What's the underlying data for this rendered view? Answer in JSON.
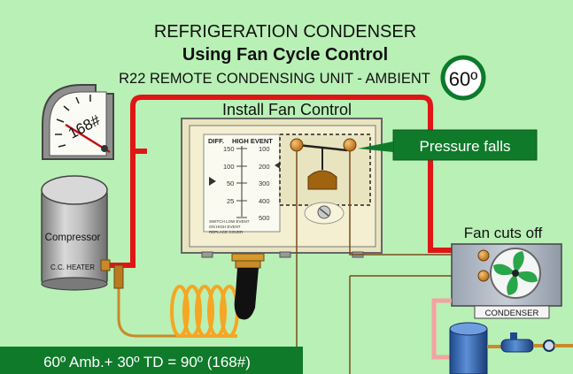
{
  "title": {
    "line1": "REFRIGERATION  CONDENSER",
    "line2": "Using Fan Cycle Control",
    "line3": "R22  REMOTE CONDENSING UNIT -  AMBIENT",
    "ambient": "60º"
  },
  "gauge": {
    "reading": "168#"
  },
  "compressor": {
    "label": "Compressor",
    "sublabel": "C.C. HEATER"
  },
  "control": {
    "title": "Install Fan Control",
    "diff_label": "DIFF.",
    "high_event_label": "HIGH EVENT",
    "diff_ticks": [
      "150",
      "100",
      "50",
      "25"
    ],
    "high_ticks": [
      "100",
      "200",
      "300",
      "400",
      "500"
    ],
    "small_text": [
      "SWITCH LOW EVENT",
      "ON HIGH EVENT",
      "REPLACE COVER"
    ]
  },
  "callouts": {
    "pressure": "Pressure falls",
    "fan": "Fan cuts off"
  },
  "condenser": {
    "label": "CONDENSER"
  },
  "formula": "60º Amb.+ 30º TD = 90º (168#)",
  "colors": {
    "background": "#b9f0b6",
    "refrigerant_line": "#e01515",
    "callout_green": "#0f7a2a",
    "coil": "#f5a623"
  }
}
